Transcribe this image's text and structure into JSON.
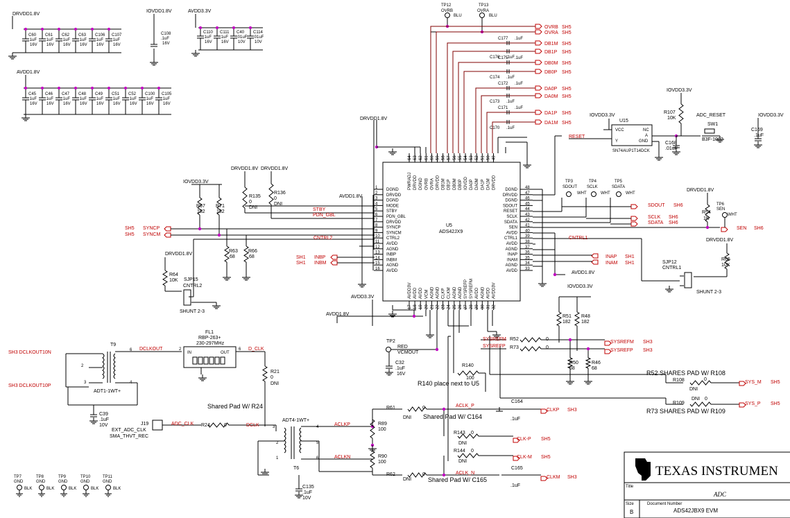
{
  "rails": {
    "drvdd18": "DRVDD1.8V",
    "iovdd18": "IOVDD1.8V",
    "avdd33": "AVDD3.3V",
    "avdd18": "AVDD1.8V",
    "iovdd33": "IOVDD3.3V"
  },
  "caps_row1": [
    {
      "ref": "C60",
      "val": ".1uF",
      "v": "16V"
    },
    {
      "ref": "C61",
      "val": ".1uF",
      "v": "16V"
    },
    {
      "ref": "C62",
      "val": ".1uF",
      "v": "16V"
    },
    {
      "ref": "C63",
      "val": ".1uF",
      "v": "16V"
    },
    {
      "ref": "C106",
      "val": ".1uF",
      "v": "16V"
    },
    {
      "ref": "C107",
      "val": ".1uF",
      "v": "16V"
    }
  ],
  "cap_c108": {
    "ref": "C108",
    "val": ".1uF",
    "v": "16V"
  },
  "caps_avdd33": [
    {
      "ref": "C110",
      "val": ".1uF",
      "v": "16V"
    },
    {
      "ref": "C111",
      "val": ".1uF",
      "v": "16V"
    },
    {
      "ref": "C40",
      "val": ".01uF",
      "v": "10V"
    },
    {
      "ref": "C114",
      "val": ".01uF",
      "v": "10V"
    }
  ],
  "caps_row2": [
    {
      "ref": "C45",
      "val": ".1uF",
      "v": "16V"
    },
    {
      "ref": "C46",
      "val": ".1uF",
      "v": "16V"
    },
    {
      "ref": "C47",
      "val": ".1uF",
      "v": "16V"
    },
    {
      "ref": "C48",
      "val": ".1uF",
      "v": "16V"
    },
    {
      "ref": "C49",
      "val": ".1uF",
      "v": "16V"
    },
    {
      "ref": "C51",
      "val": ".1uF",
      "v": "16V"
    },
    {
      "ref": "C52",
      "val": ".1uF",
      "v": "16V"
    },
    {
      "ref": "C100",
      "val": ".1uF",
      "v": "16V"
    },
    {
      "ref": "C105",
      "val": ".1uF",
      "v": "16V"
    }
  ],
  "testpoints_top": [
    {
      "ref": "TP12",
      "net": "OVRB",
      "color": "BLU"
    },
    {
      "ref": "TP13",
      "net": "OVRA",
      "color": "BLU"
    }
  ],
  "top_outputs": [
    {
      "net": "OVRB",
      "sheet": "SH5"
    },
    {
      "net": "OVRA",
      "sheet": "SH5"
    },
    {
      "net": "DB1M",
      "sheet": "SH5"
    },
    {
      "net": "DB1P",
      "sheet": "SH5"
    },
    {
      "net": "DB0M",
      "sheet": "SH5"
    },
    {
      "net": "DB0P",
      "sheet": "SH5"
    },
    {
      "net": "DA0P",
      "sheet": "SH5"
    },
    {
      "net": "DA0M",
      "sheet": "SH5"
    },
    {
      "net": "DA1P",
      "sheet": "SH5"
    },
    {
      "net": "DA1M",
      "sheet": "SH5"
    }
  ],
  "ac_caps": [
    {
      "ref": "C177",
      "val": ".1uF"
    },
    {
      "ref": "C176",
      "val": ".1uF"
    },
    {
      "ref": "C175",
      "val": ".1uF"
    },
    {
      "ref": "C174",
      "val": ".1uF"
    },
    {
      "ref": "C172",
      "val": ".1uF"
    },
    {
      "ref": "C173",
      "val": ".1uF"
    },
    {
      "ref": "C171",
      "val": ".1uF"
    },
    {
      "ref": "C170",
      "val": ".1uF"
    }
  ],
  "ic": {
    "ref": "U5",
    "part": "ADS42JX9",
    "left_pins": [
      {
        "n": "1",
        "name": "DGND"
      },
      {
        "n": "2",
        "name": "DRVDD"
      },
      {
        "n": "3",
        "name": "DGND"
      },
      {
        "n": "4",
        "name": "MODE"
      },
      {
        "n": "5",
        "name": "STBY"
      },
      {
        "n": "6",
        "name": "PDN_GBL"
      },
      {
        "n": "7",
        "name": "DRVDD"
      },
      {
        "n": "8",
        "name": "SYNCP"
      },
      {
        "n": "9",
        "name": "SYNCM"
      },
      {
        "n": "10",
        "name": "CTRL2"
      },
      {
        "n": "11",
        "name": "AVDD"
      },
      {
        "n": "12",
        "name": "AGND"
      },
      {
        "n": "13",
        "name": "INBP"
      },
      {
        "n": "14",
        "name": "INBM"
      },
      {
        "n": "15",
        "name": "AGND"
      },
      {
        "n": "16",
        "name": "AVDD"
      }
    ],
    "right_pins": [
      {
        "n": "48",
        "name": "DGND"
      },
      {
        "n": "47",
        "name": "DRVDD"
      },
      {
        "n": "46",
        "name": "DGND"
      },
      {
        "n": "45",
        "name": "SDOUT"
      },
      {
        "n": "44",
        "name": "RESET"
      },
      {
        "n": "43",
        "name": "SCLK"
      },
      {
        "n": "42",
        "name": "SDATA"
      },
      {
        "n": "41",
        "name": "SEN"
      },
      {
        "n": "40",
        "name": "AVDD"
      },
      {
        "n": "39",
        "name": "CTRL1"
      },
      {
        "n": "38",
        "name": "AVDD"
      },
      {
        "n": "37",
        "name": "AGND"
      },
      {
        "n": "36",
        "name": "INAP"
      },
      {
        "n": "35",
        "name": "INAM"
      },
      {
        "n": "34",
        "name": "AGND"
      },
      {
        "n": "33",
        "name": "AVDD"
      }
    ],
    "top_pins": [
      {
        "n": "64",
        "name": "PWRADJ"
      },
      {
        "n": "63",
        "name": "DRVDD"
      },
      {
        "n": "62",
        "name": "DGND"
      },
      {
        "n": "61",
        "name": "OVRB"
      },
      {
        "n": "60",
        "name": "OVRA"
      },
      {
        "n": "59",
        "name": "DRVDD"
      },
      {
        "n": "58",
        "name": "DB1M"
      },
      {
        "n": "57",
        "name": "DB1P"
      },
      {
        "n": "56",
        "name": "DB0M"
      },
      {
        "n": "55",
        "name": "DB0P"
      },
      {
        "n": "54",
        "name": "IOVDD"
      },
      {
        "n": "53",
        "name": "DA0P"
      },
      {
        "n": "52",
        "name": "DA0M"
      },
      {
        "n": "51",
        "name": "DA1P"
      },
      {
        "n": "50",
        "name": "DA1M"
      },
      {
        "n": "49",
        "name": "DRVDD"
      }
    ],
    "bottom_pins": [
      {
        "n": "17",
        "name": "AVDD3V"
      },
      {
        "n": "18",
        "name": "AVDD"
      },
      {
        "n": "19",
        "name": "AVDD"
      },
      {
        "n": "20",
        "name": "VCM"
      },
      {
        "n": "21",
        "name": "AGND"
      },
      {
        "n": "22",
        "name": "AGND"
      },
      {
        "n": "23",
        "name": "CLKP"
      },
      {
        "n": "24",
        "name": "CLKM"
      },
      {
        "n": "25",
        "name": "AGND"
      },
      {
        "n": "26",
        "name": "AGND"
      },
      {
        "n": "27",
        "name": "SYSREFP"
      },
      {
        "n": "28",
        "name": "SYSREFM"
      },
      {
        "n": "29",
        "name": "AVDD"
      },
      {
        "n": "30",
        "name": "AGND"
      },
      {
        "n": "31",
        "name": "AVDD"
      },
      {
        "n": "32",
        "name": "AVDD3V"
      }
    ]
  },
  "left_resistors": {
    "r67": {
      "ref": "R67",
      "val": "182"
    },
    "r71": {
      "ref": "R71",
      "val": "182"
    },
    "r135": {
      "ref": "R135",
      "val": "0",
      "dni": "DNI"
    },
    "r136": {
      "ref": "R136",
      "val": "0",
      "dni": "DNI"
    },
    "r63": {
      "ref": "R63",
      "val": "68"
    },
    "r66": {
      "ref": "R66",
      "val": "68"
    },
    "r64": {
      "ref": "R64",
      "val": "10K"
    }
  },
  "left_nets": {
    "stby": "STBY",
    "pdn": "PDN_GBL",
    "syncp": "SYNCP",
    "syncm": "SYNCM",
    "ctrl2": "CNTRL2",
    "sh5": "SH5",
    "sh1": "SH1",
    "inbp": "INBP",
    "inbm": "INBM"
  },
  "sjp15": {
    "ref": "SJP15",
    "label": "CNTRL2",
    "shunt": "SHUNT 2-3"
  },
  "u15": {
    "ref": "U15",
    "part": "SN74AUP1T14DCK",
    "vcc": "VCC",
    "nc": "NC",
    "a": "A",
    "y": "Y",
    "gnd": "GND"
  },
  "reset": {
    "net": "RESET",
    "r107": "R107",
    "r107v": "10K",
    "label": "ADC_RESET",
    "sw": "SW1",
    "swpart": "B3F-1002",
    "c168": "C168",
    "c168v": ".01uF",
    "c169": "C169",
    "c169v": ".1uF"
  },
  "right_tps": [
    {
      "ref": "TP3",
      "net": "SDOUT",
      "color": "WHT"
    },
    {
      "ref": "TP4",
      "net": "SCLK",
      "color": "WHT"
    },
    {
      "ref": "TP5",
      "net": "SDATA",
      "color": "WHT"
    },
    {
      "ref": "TP6",
      "net": "SEN",
      "color": "WHT"
    }
  ],
  "right_nets": {
    "sdout": "SDOUT",
    "sclk": "SCLK",
    "sdata": "SDATA",
    "sen": "SEN",
    "sh6": "SH6",
    "ctrl1": "CNTRL1",
    "inap": "INAP",
    "inam": "INAM",
    "sh1": "SH1",
    "r54": "R54",
    "r54v": "1K",
    "r65": "R65",
    "r65v": "10K"
  },
  "sjp12": {
    "ref": "SJP12",
    "label": "CNTRL1",
    "shunt": "SHUNT 2-3"
  },
  "sysref": {
    "r51": "R51",
    "r51v": "182",
    "r48": "R48",
    "r48v": "182",
    "r52": "R52",
    "r73": "R73",
    "zero": "0",
    "r50": "R50",
    "r50v": "68",
    "r46": "R46",
    "r46v": "68",
    "sysrefm": "SYSREFM",
    "sysrefp": "SYSREFP",
    "sh3": "SH3"
  },
  "notes": {
    "r52share": "R52 SHARES PAD W/ R108",
    "r73share": "R73 SHARES PAD W/ R109",
    "r140place": "R140 place next to U5",
    "sharedR24": "Shared Pad W/ R24",
    "sharedC164": "Shared Pad W/ C164",
    "sharedC165": "Shared Pad W/ C165"
  },
  "sys_outs": {
    "r108": "R108",
    "r109": "R109",
    "dni": "DNI",
    "sysm": "SYS_M",
    "sysp": "SYS_P",
    "sh5": "SH5"
  },
  "clock": {
    "t9": "T9",
    "adt1": "ADT1-1WT+",
    "dclkout": "DCLKOUT",
    "dclkout10n": "SH3  DCLKOUT10N",
    "dclkout10p": "SH3  DCLKOUT10P",
    "fl1": "FL1",
    "fl1part": "RBP-263+",
    "fl1band": "230-297MHz",
    "in": "IN",
    "out": "OUT",
    "dclk": "D_CLK",
    "r21": "R21",
    "r21v": "0",
    "c39": "C39",
    "c39v": ".1uF",
    "c39vv": "10V",
    "j19": "J19",
    "extclk": "EXT_ADC_CLK",
    "sma": "SMA_THVT_REC",
    "adcclk": "ADC_CLK",
    "r24": "R24",
    "dclk2": "DCLK",
    "t6": "T6",
    "adt4": "ADT4-1WT+",
    "aclkp": "ACLKP",
    "aclkn": "ACLKN",
    "r89": "R89",
    "r90": "R90",
    "v100": "100",
    "c135": "C135",
    "c135v": ".1uF",
    "c135vv": "10V",
    "r61": "R61",
    "r62": "R62",
    "aclkp2": "ACLK_P",
    "aclkn2": "ACLK_N",
    "c164": "C164",
    "c165": "C165",
    "clkp": "CLKP",
    "clkm": "CLKM",
    "sh3": "SH3",
    "r140": "R140",
    "r143": "R143",
    "r144": "R144",
    "clkpo": "CLK-P",
    "clkmo": "CLK-M",
    "sh5": "SH5"
  },
  "vcm": {
    "tp2": "TP2",
    "color": "RED",
    "label": "VCMOUT",
    "c32": "C32",
    "c32v": ".1uF",
    "c32vv": "16V"
  },
  "gnd_tps": [
    {
      "ref": "TP7",
      "net": "GND",
      "color": "BLK"
    },
    {
      "ref": "TP8",
      "net": "GND",
      "color": "BLK"
    },
    {
      "ref": "TP9",
      "net": "GND",
      "color": "BLK"
    },
    {
      "ref": "TP10",
      "net": "GND",
      "color": "BLK"
    },
    {
      "ref": "TP11",
      "net": "GND",
      "color": "BLK"
    }
  ],
  "titleblock": {
    "company": "TEXAS INSTRUMEN",
    "title_label": "Title",
    "title": "ADC",
    "size_label": "Size",
    "size": "B",
    "docnum_label": "Document Number",
    "docnum": "ADS42JBX9 EVM"
  }
}
